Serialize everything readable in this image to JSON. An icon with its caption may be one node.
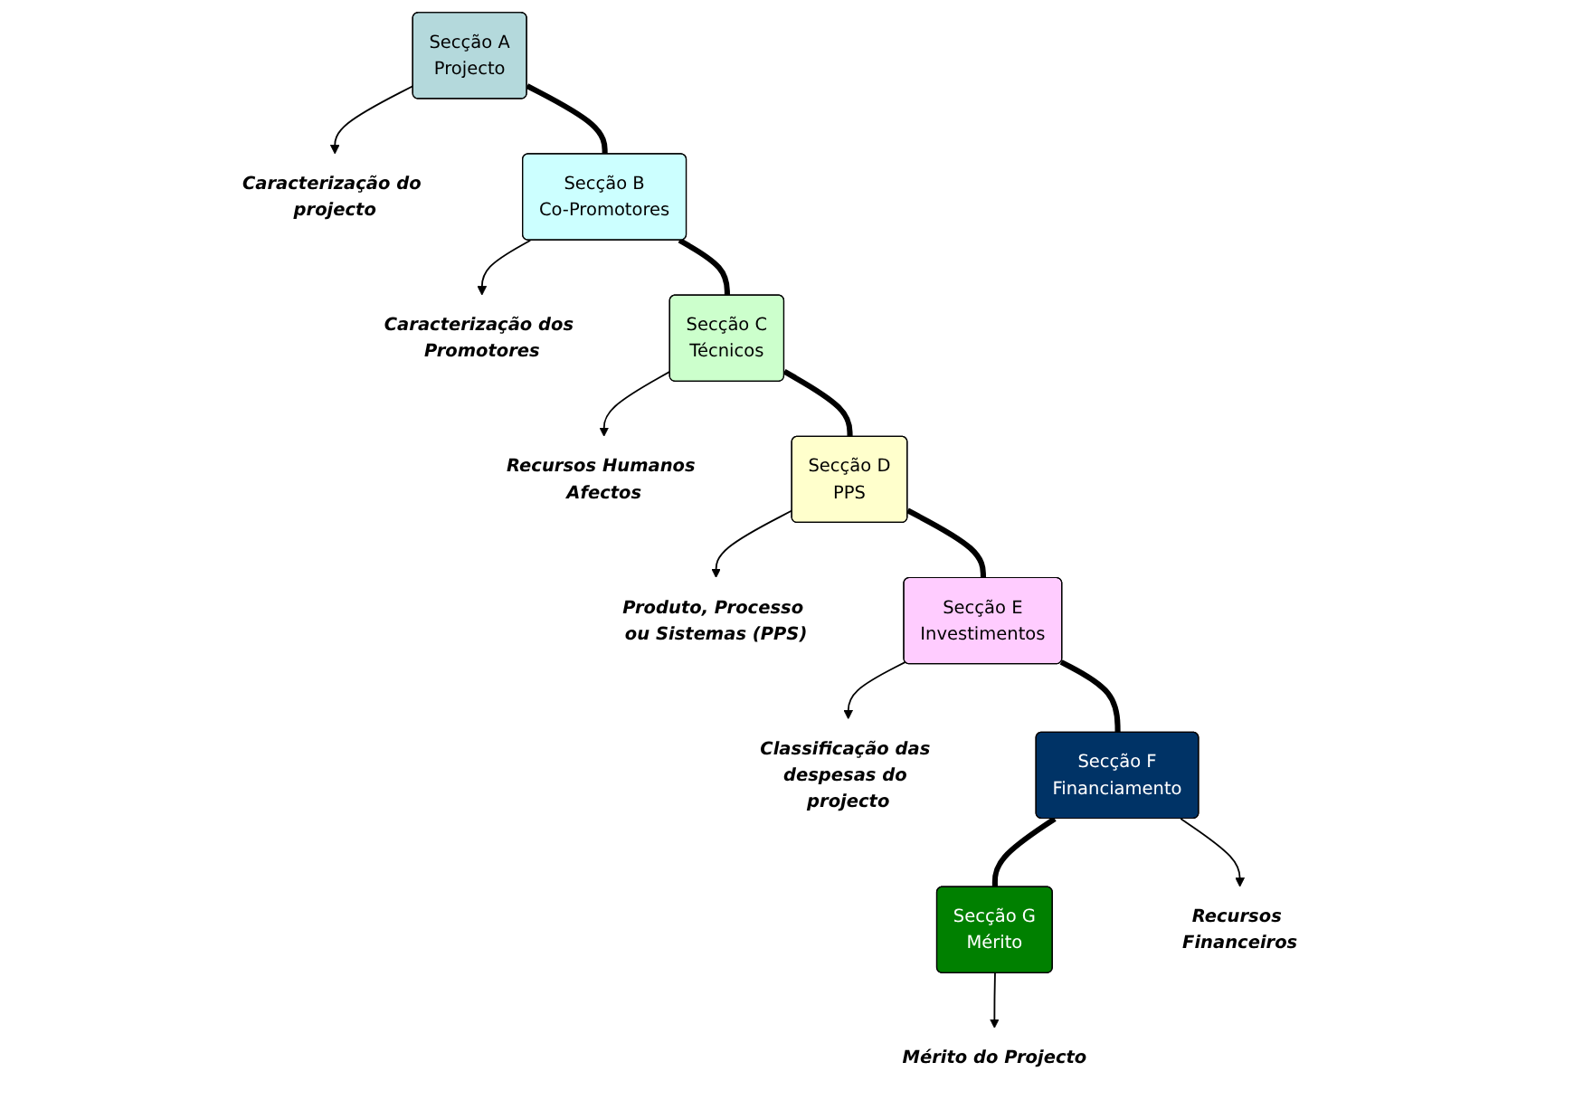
{
  "diagram": {
    "nodes": [
      {
        "text": [
          "Secção A",
          "Projecto"
        ]
      },
      {
        "text": [
          "Caracterização do projecto"
        ]
      },
      {
        "text": [
          "Secção B",
          "Co-Promotores"
        ]
      },
      {
        "text": [
          "Caracterização dos Promotores"
        ]
      },
      {
        "text": [
          "Secção C",
          "Técnicos"
        ]
      },
      {
        "text": [
          "Recursos Humanos Afectos"
        ]
      },
      {
        "text": [
          "Produto, Processo ou Sistemas (PPS)"
        ]
      },
      {
        "text": [
          "Secção D",
          "PPS"
        ]
      },
      {
        "text": [
          "Secção E",
          "Investimentos"
        ]
      },
      {
        "text": [
          "Classificação das despesas do projecto"
        ]
      },
      {
        "text": [
          "Mérito do Projecto"
        ]
      },
      {
        "text": [
          "Secção G",
          "Mérito"
        ]
      },
      {
        "text": [
          "Secção F",
          "Financiamento"
        ]
      },
      {
        "text": [
          "Recursos Financeiros"
        ]
      }
    ],
    "edges": [
      {
        "from": 0,
        "to": 1,
        "arrow": "to"
      },
      {
        "from": 0,
        "to": 2,
        "arrow": "none",
        "style": "thick"
      },
      {
        "from": 2,
        "to": 3,
        "arrow": "to"
      },
      {
        "from": 2,
        "to": 4,
        "arrow": "none",
        "style": "thick"
      },
      {
        "from": 4,
        "to": 5,
        "arrow": "to"
      },
      {
        "from": 4,
        "to": 7,
        "arrow": "none",
        "style": "thick"
      },
      {
        "from": 7,
        "to": 6,
        "arrow": "to"
      },
      {
        "from": 7,
        "to": 8,
        "arrow": "none",
        "style": "thick"
      },
      {
        "from": 8,
        "to": 9,
        "arrow": "to"
      },
      {
        "from": 8,
        "to": 12,
        "arrow": "none",
        "style": "thick"
      },
      {
        "from": 12,
        "to": 13,
        "arrow": "to"
      },
      {
        "from": 12,
        "to": 11,
        "arrow": "none",
        "style": "thick"
      },
      {
        "from": 11,
        "to": 10,
        "arrow": "to"
      }
    ]
  }
}
